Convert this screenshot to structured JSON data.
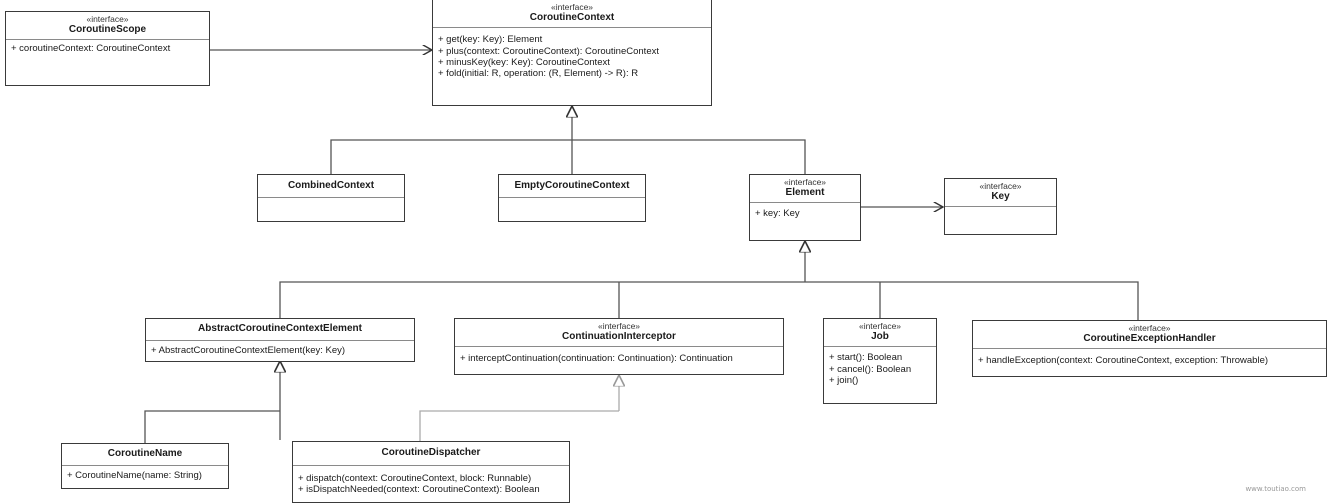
{
  "classes": {
    "coroutine_scope": {
      "stereotype": "«interface»",
      "name": "CoroutineScope",
      "members": [
        "+ coroutineContext: CoroutineContext"
      ]
    },
    "coroutine_context": {
      "stereotype": "«interface»",
      "name": "CoroutineContext",
      "members": [
        "+ get(key: Key): Element",
        "+ plus(context: CoroutineContext): CoroutineContext",
        "+ minusKey(key: Key): CoroutineContext",
        "+ fold(initial: R, operation: (R, Element) -> R): R"
      ]
    },
    "combined_context": {
      "stereotype": "",
      "name": "CombinedContext",
      "members": []
    },
    "empty_coroutine_context": {
      "stereotype": "",
      "name": "EmptyCoroutineContext",
      "members": []
    },
    "element": {
      "stereotype": "«interface»",
      "name": "Element",
      "members": [
        "+ key: Key"
      ]
    },
    "key": {
      "stereotype": "«interface»",
      "name": "Key",
      "members": []
    },
    "abstract_coroutine_context_element": {
      "stereotype": "",
      "name": "AbstractCoroutineContextElement",
      "members": [
        "+ AbstractCoroutineContextElement(key: Key)"
      ]
    },
    "continuation_interceptor": {
      "stereotype": "«interface»",
      "name": "ContinuationInterceptor",
      "members": [
        "+ interceptContinuation(continuation: Continuation): Continuation"
      ]
    },
    "job": {
      "stereotype": "«interface»",
      "name": "Job",
      "members": [
        "+ start(): Boolean",
        "+ cancel(): Boolean",
        "+ join()"
      ]
    },
    "coroutine_exception_handler": {
      "stereotype": "«interface»",
      "name": "CoroutineExceptionHandler",
      "members": [
        "+ handleException(context: CoroutineContext, exception: Throwable)"
      ]
    },
    "coroutine_name": {
      "stereotype": "",
      "name": "CoroutineName",
      "members": [
        "+ CoroutineName(name: String)"
      ]
    },
    "coroutine_dispatcher": {
      "stereotype": "",
      "name": "CoroutineDispatcher",
      "members": [
        "+ dispatch(context: CoroutineContext, block: Runnable)",
        "+ isDispatchNeeded(context: CoroutineContext): Boolean"
      ]
    }
  },
  "footer": "www.toutiao.com"
}
